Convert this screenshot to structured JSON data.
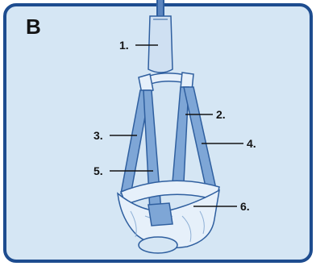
{
  "figure": {
    "panel_letter": "B",
    "callouts": [
      {
        "id": "1",
        "text": "1."
      },
      {
        "id": "2",
        "text": "2."
      },
      {
        "id": "3",
        "text": "3."
      },
      {
        "id": "4",
        "text": "4."
      },
      {
        "id": "5",
        "text": "5."
      },
      {
        "id": "6",
        "text": "6."
      }
    ]
  },
  "colors": {
    "panel_fill": "#d5e6f4",
    "panel_border": "#1d4c8f",
    "strap_fill": "#7ea6d6",
    "strap_stroke": "#2f5f9f",
    "seat_fill": "#e6f0fa",
    "clamp_fill": "#cfe0f2",
    "ink": "#141414"
  }
}
